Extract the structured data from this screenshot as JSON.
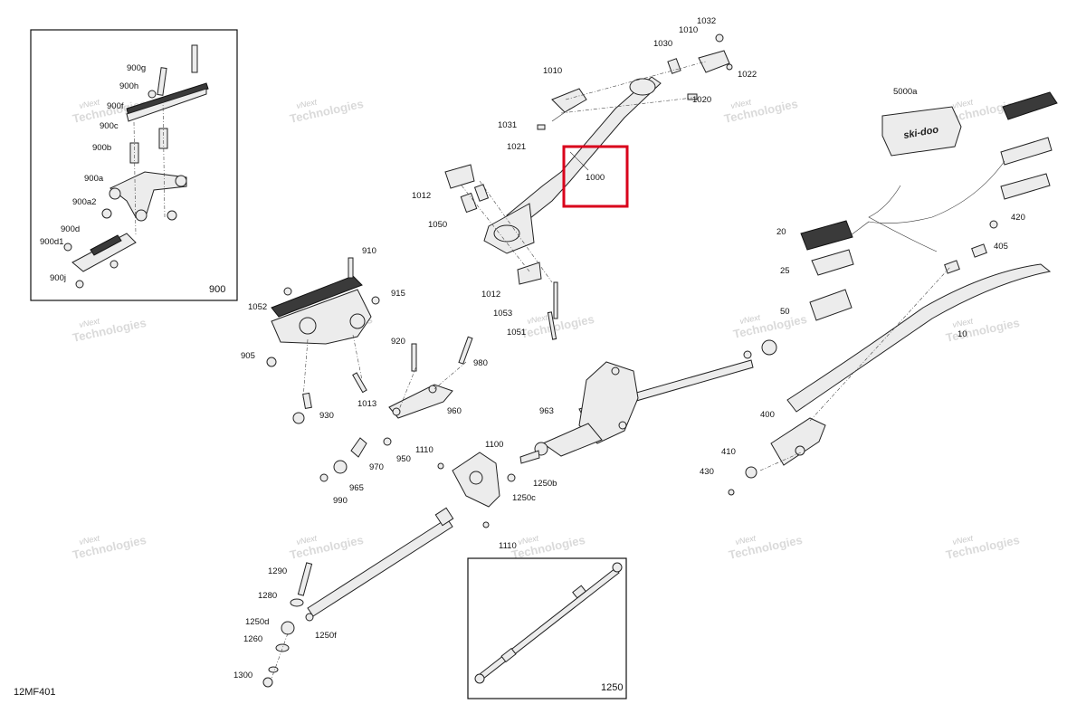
{
  "diagram_id": "12MF401",
  "highlight": {
    "label": "1000",
    "color": "#d9001b"
  },
  "watermark": {
    "line1": "vNext",
    "line2": "Technologies",
    "line3": "vNext Technologies"
  },
  "inset_900_label": "900",
  "inset_1250_label": "1250",
  "grip_brand": "ski-doo",
  "labels": {
    "l900g": "900g",
    "l900h": "900h",
    "l900f": "900f",
    "l900c": "900c",
    "l900b": "900b",
    "l900a": "900a",
    "l900a2": "900a2",
    "l900d": "900d",
    "l900d1": "900d1",
    "l900j": "900j",
    "l1032": "1032",
    "l1030": "1030",
    "l1010a": "1010",
    "l1010b": "1010",
    "l1022": "1022",
    "l1020": "1020",
    "l1031": "1031",
    "l1021": "1021",
    "l1000": "1000",
    "l1012a": "1012",
    "l1050": "1050",
    "l1012b": "1012",
    "l1053": "1053",
    "l1051": "1051",
    "l910": "910",
    "l915": "915",
    "l1052": "1052",
    "l905": "905",
    "l920": "920",
    "l980": "980",
    "l1013": "1013",
    "l930": "930",
    "l960": "960",
    "l970": "970",
    "l950": "950",
    "l965": "965",
    "l990": "990",
    "l963": "963",
    "l1110a": "1110",
    "l1100": "1100",
    "l1250b": "1250b",
    "l1250c": "1250c",
    "l1110b": "1110",
    "l1290": "1290",
    "l1280": "1280",
    "l1250d": "1250d",
    "l1260": "1260",
    "l1250f": "1250f",
    "l1300": "1300",
    "l5000a": "5000a",
    "l20": "20",
    "l25": "25",
    "l50": "50",
    "l420": "420",
    "l405": "405",
    "l10": "10",
    "l400": "400",
    "l410": "410",
    "l430": "430"
  }
}
